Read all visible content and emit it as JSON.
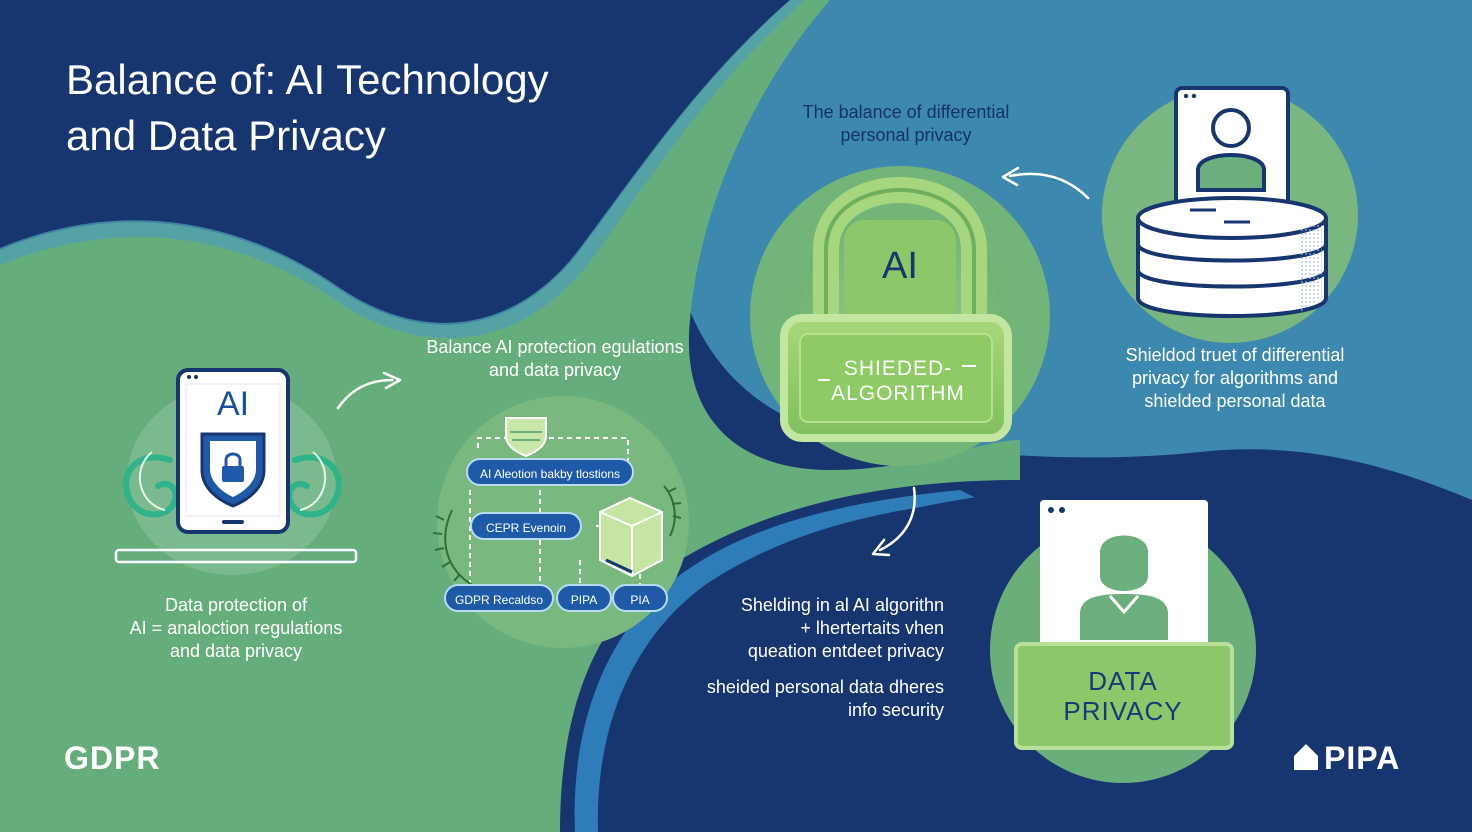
{
  "title": {
    "line1": "Balance of: AI Technology",
    "line2": "and Data Privacy"
  },
  "captions": {
    "top_center": {
      "line1": "The balance of differential",
      "line2": "personal privacy"
    },
    "center_left": {
      "line1": "Balance AI protection egulations",
      "line2": "and data privacy"
    },
    "bottom_left": {
      "line1": "Data protection of",
      "line2": "AI = analoction regulations",
      "line3": "and data privacy"
    },
    "right": {
      "line1": "Shieldod truet of differential",
      "line2": "privacy for algorithms and",
      "line3": "shielded personal data"
    },
    "bottom_center": {
      "line1": "Shelding in al AI algorithn",
      "line2": "+ lhertertaits vhen",
      "line3": "queation entdeet privacy",
      "line4": "sheided personal data dheres",
      "line5": "info security"
    }
  },
  "phone_icon": {
    "label": "AI"
  },
  "lock_icon": {
    "label": "AI",
    "plate_line1": "SHIEDED-",
    "plate_line2": "ALGORITHM"
  },
  "data_privacy_card": {
    "line1": "DATA",
    "line2": "PRIVACY"
  },
  "flow_pills": {
    "p1": "AI Aleotion bakby tlostions",
    "p2": "CEPR Evenoin",
    "p3": "GDPR Recaldso",
    "p4": "PIPA",
    "p5": "PIA"
  },
  "brands": {
    "left": "GDPR",
    "right": "PIPA"
  },
  "icons": {
    "phone": "smartphone-shield-lock-icon",
    "lock": "padlock-icon",
    "database": "database-stack-icon",
    "profile": "user-profile-card-icon",
    "laurel": "laurel-wreath-icon",
    "badge": "shield-badge-icon",
    "cube": "data-cube-icon",
    "home": "home-icon"
  },
  "colors": {
    "navy": "#17356e",
    "teal_blue": "#3b8ab0",
    "green": "#6aaf7c",
    "lime": "#8fc86a",
    "pill_blue": "#1e5aa8",
    "white": "#ffffff"
  }
}
